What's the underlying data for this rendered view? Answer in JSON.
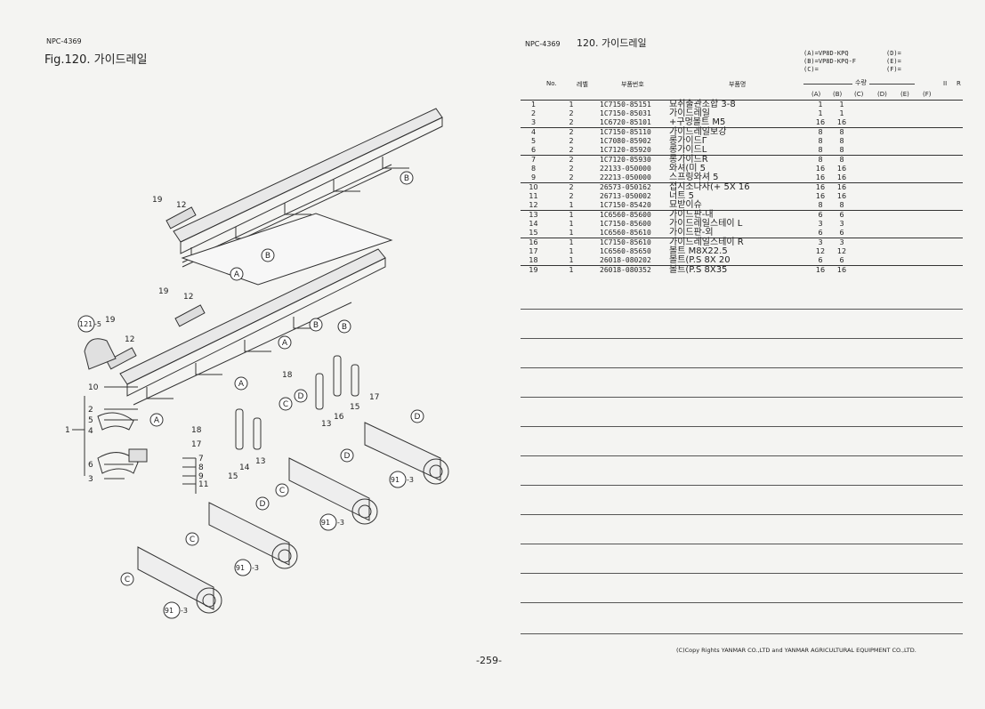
{
  "left_header": {
    "code": "NPC-4369",
    "title": "Fig.120.   가이드레일"
  },
  "right_header": {
    "code": "NPC-4369",
    "title": "120.   가이드레일"
  },
  "models": {
    "a": "(A)=VP8D-KPQ",
    "b": "(B)=VP8D-KPQ-F",
    "c": "(C)=",
    "d": "(D)=",
    "e": "(E)=",
    "f": "(F)="
  },
  "columns": {
    "no": "No.",
    "level": "레벨",
    "part_no": "부품번호",
    "name": "부품명",
    "qty": "수량",
    "ii": "II",
    "r": "R",
    "a": "(A)",
    "b": "(B)",
    "c": "(C)",
    "d": "(D)",
    "e": "(E)",
    "f": "(F)"
  },
  "parts": [
    {
      "no": "1",
      "lv": "1",
      "pn": "1C7150-85151",
      "name": "묘취출관조합 3-8",
      "a": "1",
      "b": "1"
    },
    {
      "no": "2",
      "lv": "2",
      "pn": "1C7150-85031",
      "name": "가이드레일",
      "a": "1",
      "b": "1"
    },
    {
      "no": "3",
      "lv": "2",
      "pn": "1C6720-85101",
      "name": "+구멍볼트 M5",
      "a": "16",
      "b": "16"
    },
    {
      "no": "4",
      "lv": "2",
      "pn": "1C7150-85110",
      "name": "가이드레일보강",
      "a": "8",
      "b": "8"
    },
    {
      "no": "5",
      "lv": "2",
      "pn": "1C7080-85902",
      "name": "롱가이드Γ",
      "a": "8",
      "b": "8"
    },
    {
      "no": "6",
      "lv": "2",
      "pn": "1C7120-85920",
      "name": "롱가이드L",
      "a": "8",
      "b": "8"
    },
    {
      "no": "7",
      "lv": "2",
      "pn": "1C7120-85930",
      "name": "롱가이드R",
      "a": "8",
      "b": "8"
    },
    {
      "no": "8",
      "lv": "2",
      "pn": "22133-050000",
      "name": "와셔(미 5",
      "a": "16",
      "b": "16"
    },
    {
      "no": "9",
      "lv": "2",
      "pn": "22213-050000",
      "name": "스프링와셔 5",
      "a": "16",
      "b": "16"
    },
    {
      "no": "10",
      "lv": "2",
      "pn": "26573-050162",
      "name": "접시소나사(+ 5X 16",
      "a": "16",
      "b": "16"
    },
    {
      "no": "11",
      "lv": "2",
      "pn": "26713-050002",
      "name": "너트 5",
      "a": "16",
      "b": "16"
    },
    {
      "no": "12",
      "lv": "1",
      "pn": "1C7150-85420",
      "name": "묘받이슈",
      "a": "8",
      "b": "8"
    },
    {
      "no": "13",
      "lv": "1",
      "pn": "1C6560-85600",
      "name": "가이드판-내",
      "a": "6",
      "b": "6"
    },
    {
      "no": "14",
      "lv": "1",
      "pn": "1C7150-85600",
      "name": "가이드레일스테이 L",
      "a": "3",
      "b": "3"
    },
    {
      "no": "15",
      "lv": "1",
      "pn": "1C6560-85610",
      "name": "가이드판-외",
      "a": "6",
      "b": "6"
    },
    {
      "no": "16",
      "lv": "1",
      "pn": "1C7150-85610",
      "name": "가이드레일스테이 R",
      "a": "3",
      "b": "3"
    },
    {
      "no": "17",
      "lv": "1",
      "pn": "1C6560-85650",
      "name": "볼트 M8X22.5",
      "a": "12",
      "b": "12"
    },
    {
      "no": "18",
      "lv": "1",
      "pn": "26018-080202",
      "name": "볼트(P.S 8X 20",
      "a": "6",
      "b": "6"
    },
    {
      "no": "19",
      "lv": "1",
      "pn": "26018-080352",
      "name": "볼트(P.S 8X35",
      "a": "16",
      "b": "16"
    }
  ],
  "diagram_labels": {
    "n19a": "19",
    "n12a": "12",
    "n19b": "19",
    "n12b": "12",
    "n121": "121",
    "n121s": "-5",
    "n19c": "19",
    "n12c": "12",
    "n10": "10",
    "n2": "2",
    "n5": "5",
    "n1": "1",
    "n4": "4",
    "n6": "6",
    "n3": "3",
    "n7": "7",
    "n8": "8",
    "n9": "9",
    "n11": "11",
    "n18a": "18",
    "n17a": "17",
    "n15a": "15",
    "n14": "14",
    "n13a": "13",
    "n18b": "18",
    "n13b": "13",
    "n16": "16",
    "n15b": "15",
    "n17b": "17",
    "n91a": "91",
    "n91as": "-3",
    "n91b": "91",
    "n91bs": "-3",
    "n91c": "91",
    "n91cs": "-3",
    "n91d": "91",
    "n91ds": "-3",
    "cA": "A",
    "cB": "B",
    "cC": "C",
    "cD": "D"
  },
  "footer": {
    "copyright": "(C)Copy Rights YANMAR CO.,LTD and YANMAR AGRICULTURAL EQUIPMENT CO.,LTD.",
    "page": "-259-"
  }
}
